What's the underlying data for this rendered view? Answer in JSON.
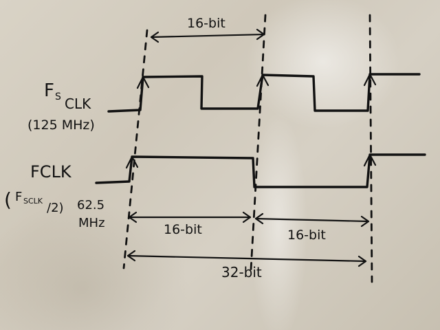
{
  "signals": {
    "fsclk_name_main": "F",
    "fsclk_name_sub": "S",
    "fsclk_name_tail": "CLK",
    "fsclk_freq": "(125 MHz)",
    "fclk_name": "FCLK",
    "fclk_div_open": "(",
    "fclk_div_main": "F",
    "fclk_div_sub": "SCLK",
    "fclk_div_tail": "/2)",
    "fclk_freq_1": "62.5",
    "fclk_freq_2": "MHz"
  },
  "spans": {
    "top_16bit": "16-bit",
    "left_16bit": "16-bit",
    "right_16bit": "16-bit",
    "total_32bit": "32-bit"
  }
}
